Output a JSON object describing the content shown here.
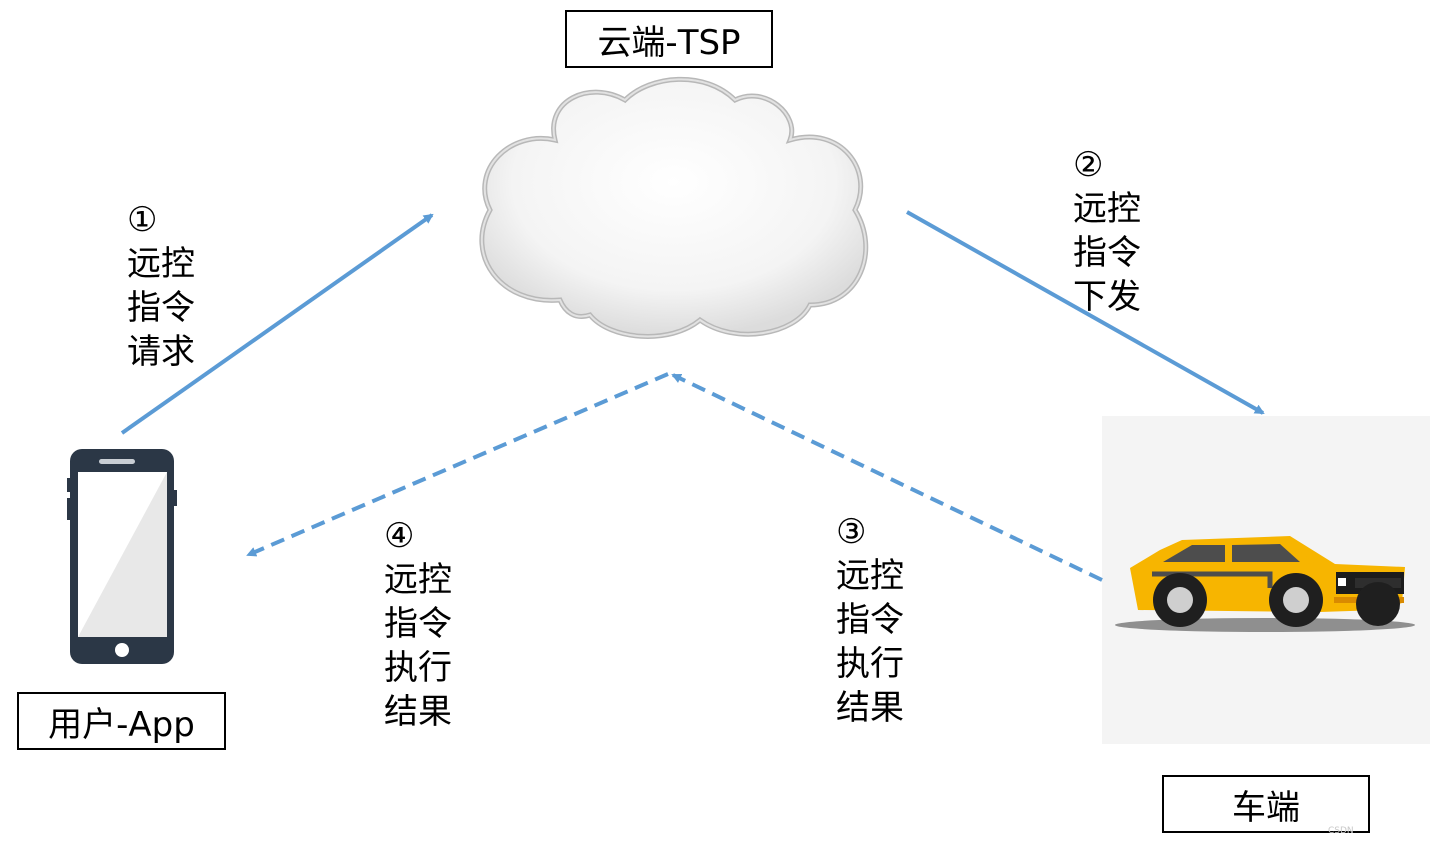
{
  "nodes": {
    "cloud": {
      "label": "云端-TSP"
    },
    "app": {
      "label": "用户-App"
    },
    "car": {
      "label": "车端"
    }
  },
  "steps": [
    {
      "num": "①",
      "lines": [
        "远控",
        "指令",
        "请求"
      ]
    },
    {
      "num": "②",
      "lines": [
        "远控",
        "指令",
        "下发"
      ]
    },
    {
      "num": "③",
      "lines": [
        "远控",
        "指令",
        "执行",
        "结果"
      ]
    },
    {
      "num": "④",
      "lines": [
        "远控",
        "指令",
        "执行",
        "结果"
      ]
    }
  ],
  "colors": {
    "arrow": "#5b9bd5",
    "car_body": "#f7b500",
    "phone_frame": "#2b3746",
    "cloud_fill": "#f6f6f6"
  },
  "icons": [
    "cloud-icon",
    "phone-icon",
    "car-icon"
  ],
  "watermark": "CSDN"
}
